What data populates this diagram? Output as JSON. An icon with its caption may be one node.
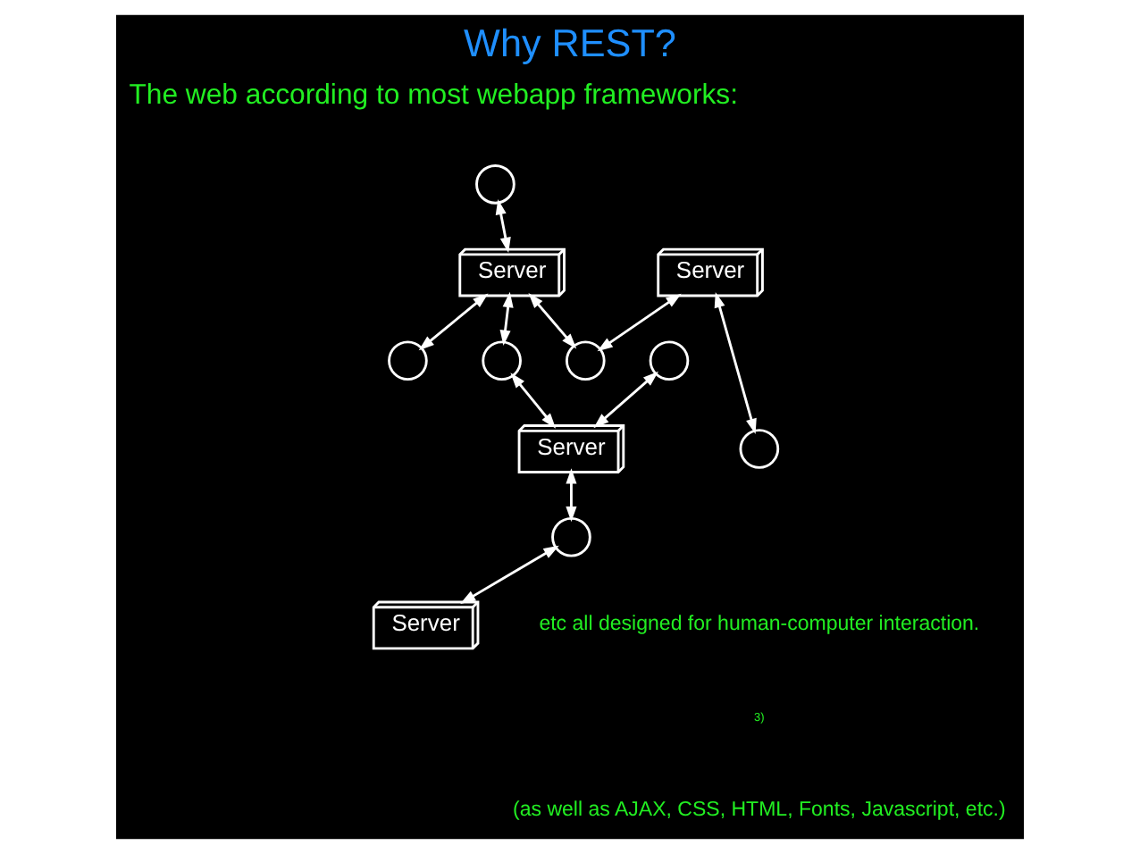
{
  "diagram": {
    "title": "Why REST?",
    "nodes": [
      {
        "text": [],
        "shape": "circle"
      },
      {
        "text": [
          "Server"
        ]
      },
      {
        "text": [],
        "shape": "circle"
      },
      {
        "text": [],
        "shape": "circle"
      },
      {
        "text": [
          "Server"
        ]
      },
      {
        "text": [
          "Server"
        ]
      },
      {
        "text": [],
        "shape": "circle"
      },
      {
        "text": [],
        "shape": "circle"
      },
      {
        "text": [
          "Server"
        ]
      },
      {
        "text": [],
        "shape": "circle"
      },
      {
        "text": [],
        "shape": "circle"
      }
    ],
    "edges": [
      {
        "from": 0,
        "to": 1,
        "arrow": "both"
      },
      {
        "from": 1,
        "to": 2,
        "arrow": "both"
      },
      {
        "from": 1,
        "to": 3,
        "arrow": "both"
      },
      {
        "from": 1,
        "to": 6,
        "arrow": "both"
      },
      {
        "from": 3,
        "to": 4,
        "arrow": "both"
      },
      {
        "from": 7,
        "to": 4,
        "arrow": "both"
      },
      {
        "from": 4,
        "to": 9,
        "arrow": "both"
      },
      {
        "from": 9,
        "to": 8,
        "arrow": "both"
      },
      {
        "from": 5,
        "to": 6,
        "arrow": "both"
      },
      {
        "from": 5,
        "to": 10,
        "arrow": "both"
      }
    ],
    "labels": [
      "The web according to most webapp frameworks:",
      "etc all designed for human-computer interaction.",
      "3)",
      "(as well as AJAX, CSS, HTML, Fonts, Javascript, etc.)"
    ]
  }
}
